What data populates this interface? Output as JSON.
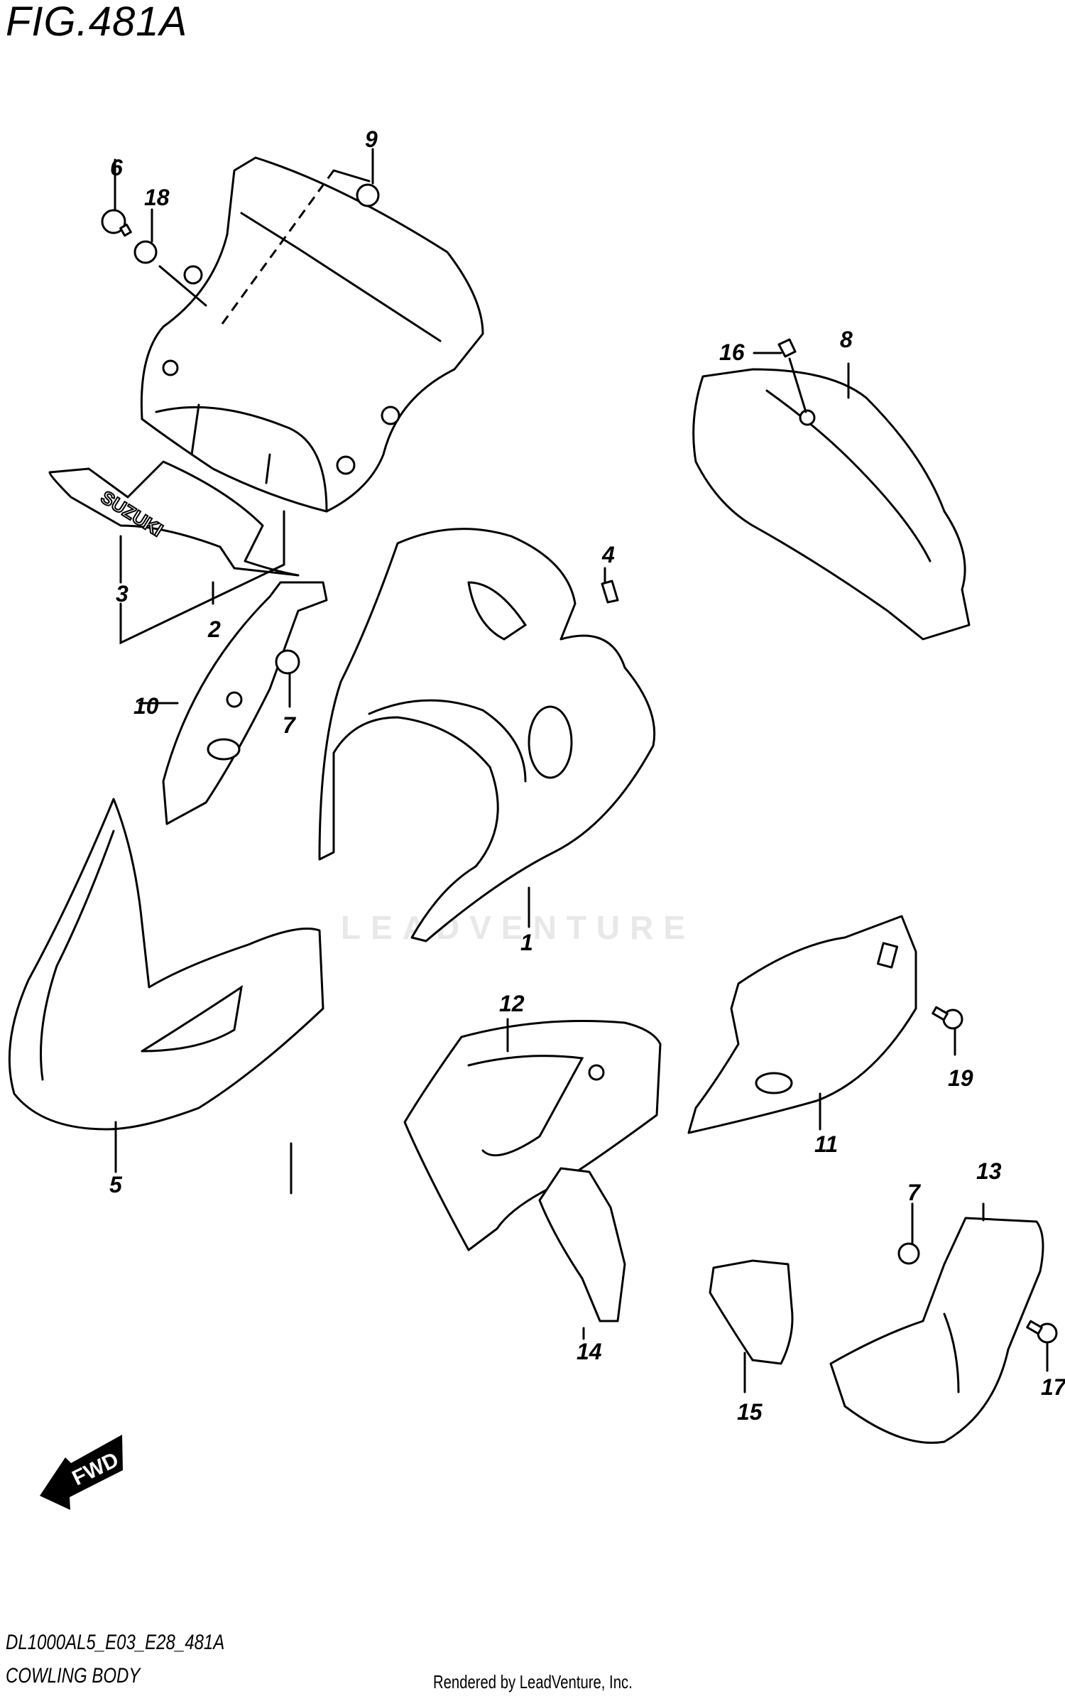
{
  "figure": {
    "title": "FIG.481A",
    "model_code": "DL1000AL5_E03_E28_481A",
    "section_name": "COWLING BODY",
    "credit": "Rendered by LeadVenture, Inc.",
    "watermark": "LEADVENTURE",
    "direction_badge": "FWD",
    "logo_text": "SUZUKI"
  },
  "callouts": [
    {
      "id": "1",
      "label": "1"
    },
    {
      "id": "2",
      "label": "2"
    },
    {
      "id": "3",
      "label": "3"
    },
    {
      "id": "4",
      "label": "4"
    },
    {
      "id": "5",
      "label": "5"
    },
    {
      "id": "6",
      "label": "6"
    },
    {
      "id": "7a",
      "label": "7"
    },
    {
      "id": "7b",
      "label": "7"
    },
    {
      "id": "8",
      "label": "8"
    },
    {
      "id": "9",
      "label": "9"
    },
    {
      "id": "10",
      "label": "10"
    },
    {
      "id": "11",
      "label": "11"
    },
    {
      "id": "12",
      "label": "12"
    },
    {
      "id": "13",
      "label": "13"
    },
    {
      "id": "14",
      "label": "14"
    },
    {
      "id": "15",
      "label": "15"
    },
    {
      "id": "16",
      "label": "16"
    },
    {
      "id": "17",
      "label": "17"
    },
    {
      "id": "18",
      "label": "18"
    },
    {
      "id": "19",
      "label": "19"
    }
  ]
}
